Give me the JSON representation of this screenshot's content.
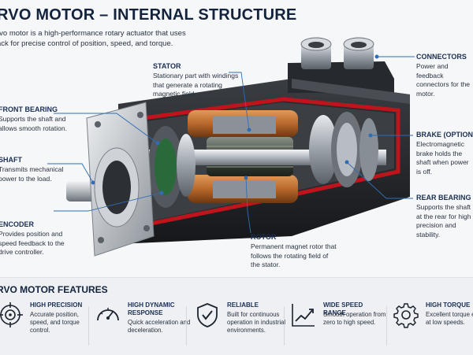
{
  "header": {
    "title": "RVO MOTOR – INTERNAL STRUCTURE",
    "intro": "rvo motor is a high-performance rotary actuator that uses ack for precise control of position, speed, and torque."
  },
  "labels": {
    "stator": {
      "title": "STATOR",
      "desc": "Stationary part with windings that generate a rotating magnetic field."
    },
    "front_bearing": {
      "title": "FRONT BEARING",
      "desc": "Supports the shaft and allows smooth rotation."
    },
    "shaft": {
      "title": "SHAFT",
      "desc": "Transmits mechanical power to the load."
    },
    "encoder": {
      "title": "ENCODER",
      "desc": "Provides position and speed feedback to the drive controller."
    },
    "rotor": {
      "title": "ROTOR",
      "desc": "Permanent magnet rotor that follows the rotating field of the stator."
    },
    "connectors": {
      "title": "CONNECTORS",
      "desc": "Power and feedback connectors for the motor."
    },
    "brake": {
      "title": "BRAKE (OPTIONAL)",
      "desc": "Electromagnetic brake holds the shaft when power is off."
    },
    "rear_bearing": {
      "title": "REAR BEARING",
      "desc": "Supports the shaft at the rear for high precision and stability."
    }
  },
  "features": {
    "title": "RVO MOTOR FEATURES",
    "items": [
      {
        "title": "HIGH PRECISION",
        "desc": "Accurate position, speed, and torque control.",
        "icon": "target-icon"
      },
      {
        "title": "HIGH DYNAMIC RESPONSE",
        "desc": "Quick acceleration and deceleration.",
        "icon": "gauge-icon"
      },
      {
        "title": "RELIABLE",
        "desc": "Built for continuous operation in industrial environments.",
        "icon": "shield-check-icon"
      },
      {
        "title": "WIDE SPEED RANGE",
        "desc": "Smooth operation from zero to high speed.",
        "icon": "chart-up-icon"
      },
      {
        "title": "HIGH TORQUE",
        "desc": "Excellent torque even at low speeds.",
        "icon": "gear-icon"
      }
    ]
  },
  "colors": {
    "accent": "#c0141c",
    "navy": "#1b2f52",
    "leader": "#2f6db5",
    "copper": "#b8682c"
  }
}
